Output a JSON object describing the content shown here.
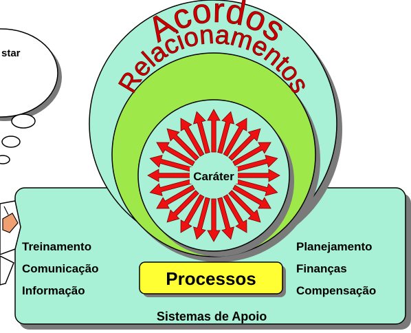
{
  "outer_ring": {
    "label": "Acordos"
  },
  "middle_ring": {
    "label": "Relacionamentos"
  },
  "core": {
    "label": "Caráter"
  },
  "center_box": {
    "label": "Processos"
  },
  "support_panel": {
    "title": "Sistemas de Apoio",
    "left_items": [
      "Treinamento",
      "Comunicação",
      "Informação"
    ],
    "right_items": [
      "Planejamento",
      "Finanças",
      "Compensação"
    ]
  },
  "thought_bubble": {
    "text": "star"
  },
  "colors": {
    "outer_ring": "#a8f0d6",
    "middle_ring": "#9ee84a",
    "inner_circle": "#a8f0d6",
    "panel": "#a8f0d6",
    "box": "#ffff33",
    "arrows": "#ee1111",
    "curved_text": "#cc0000",
    "shadow": "#7a7a7a"
  },
  "icons": [
    "thought-bubble-icon",
    "person-figure-icon"
  ]
}
